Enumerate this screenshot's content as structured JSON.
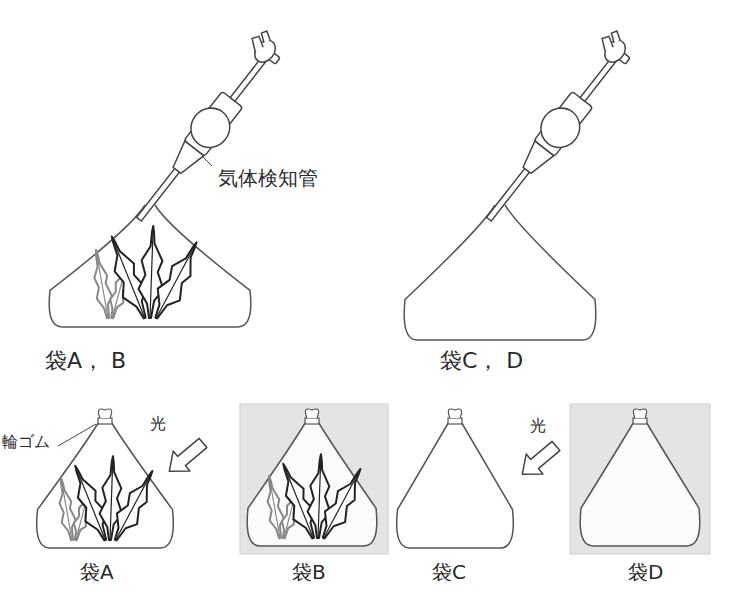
{
  "diagram": {
    "labels": [
      "気体検知管",
      "袋A， B",
      "袋C， D",
      "輪ゴム",
      "光",
      "袋A",
      "袋B",
      "光",
      "袋C",
      "袋D"
    ]
  }
}
